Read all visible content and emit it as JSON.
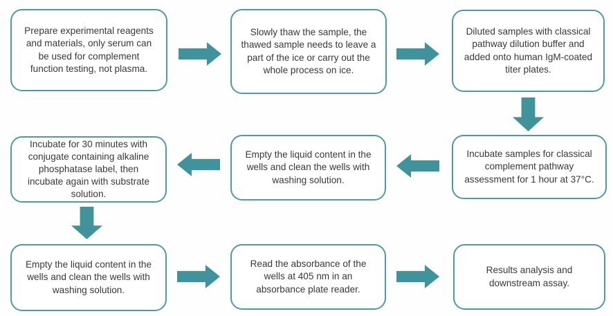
{
  "palette": {
    "arrow": "#41939b",
    "box_border": "#4f9aa2",
    "box_fill": "#ffffff",
    "text": "#383838",
    "background": "#fefefe"
  },
  "flow": {
    "steps": [
      {
        "text": "Prepare experimental reagents and materials, only serum can be used for complement function testing, not plasma."
      },
      {
        "text": "Slowly thaw the sample, the thawed sample needs to leave a part of the ice or carry out the whole process on ice."
      },
      {
        "text": "Diluted samples with classical pathway dilution buffer and added onto human IgM-coated titer plates."
      },
      {
        "text": "Incubate samples for classical complement pathway assessment for 1 hour at 37°C."
      },
      {
        "text": "Empty the liquid content in the wells and clean the wells with washing solution."
      },
      {
        "text": "Incubate for 30 minutes with conjugate containing alkaline phosphatase label, then incubate again with substrate solution."
      },
      {
        "text": "Empty the liquid content in the wells and clean the wells with washing solution."
      },
      {
        "text": "Read the absorbance of the wells at 405 nm in an absorbance plate reader."
      },
      {
        "text": "Results analysis and downstream assay."
      }
    ],
    "connectors": [
      {
        "from": 1,
        "to": 2,
        "direction": "right"
      },
      {
        "from": 2,
        "to": 3,
        "direction": "right"
      },
      {
        "from": 3,
        "to": 4,
        "direction": "down"
      },
      {
        "from": 4,
        "to": 5,
        "direction": "left"
      },
      {
        "from": 5,
        "to": 6,
        "direction": "left"
      },
      {
        "from": 6,
        "to": 7,
        "direction": "down"
      },
      {
        "from": 7,
        "to": 8,
        "direction": "right"
      },
      {
        "from": 8,
        "to": 9,
        "direction": "right"
      }
    ]
  }
}
